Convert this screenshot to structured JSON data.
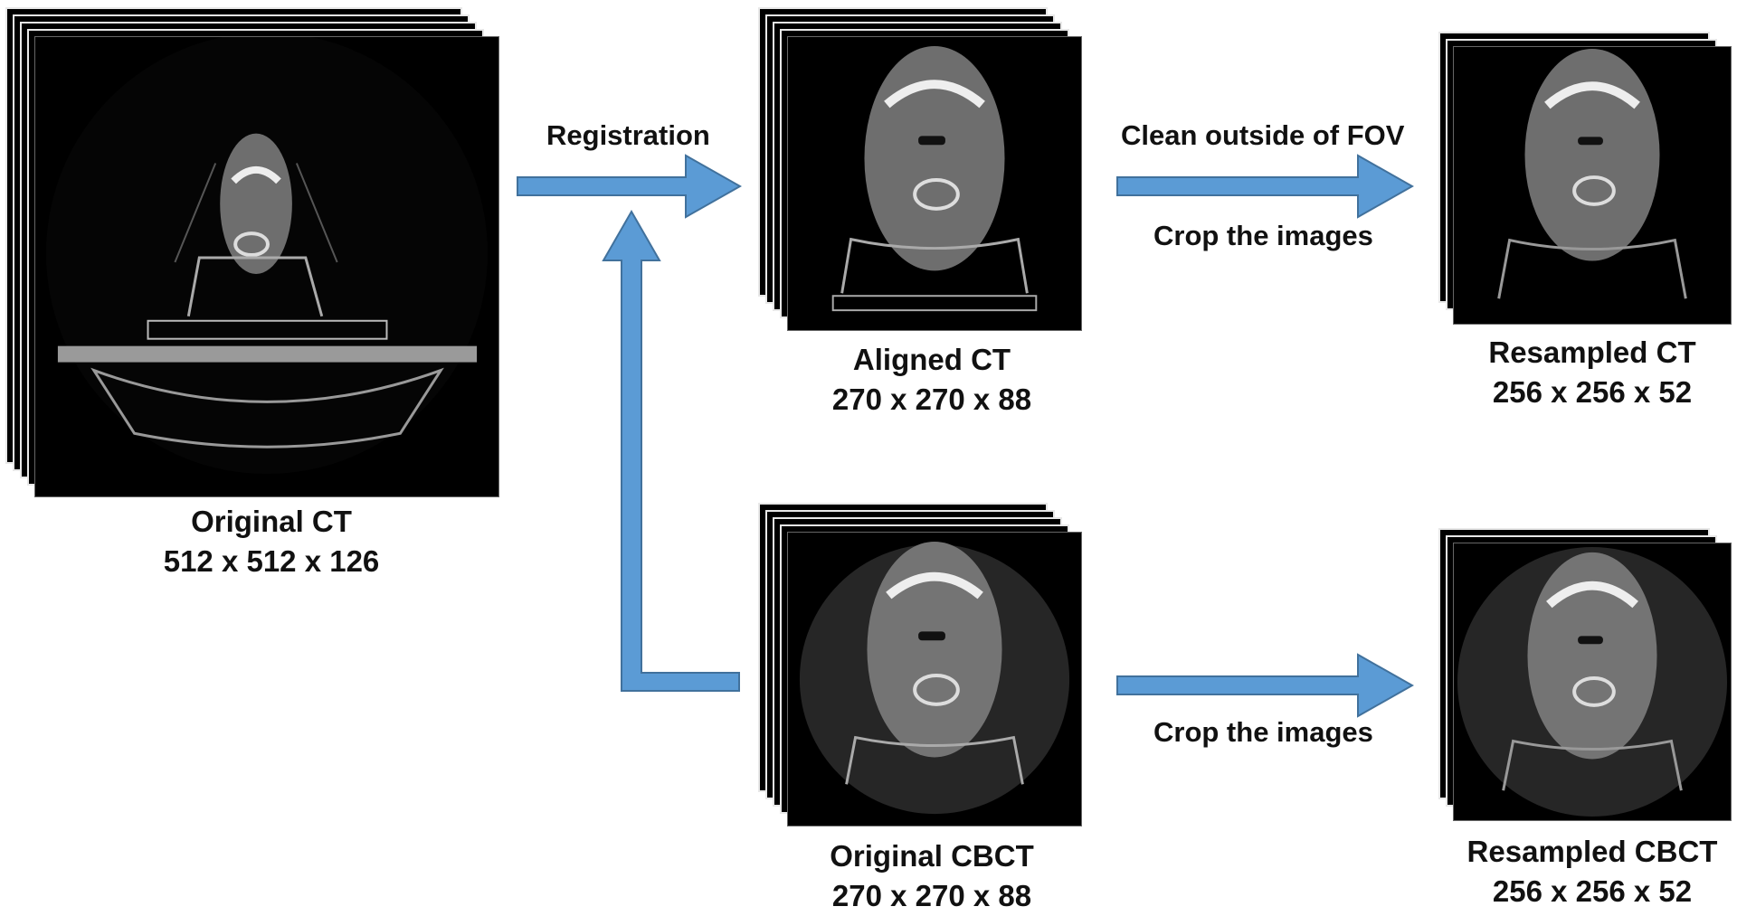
{
  "nodes": {
    "original_ct": {
      "title": "Original CT",
      "dims": "512 x 512 x 126"
    },
    "aligned_ct": {
      "title": "Aligned CT",
      "dims": "270 x 270 x 88"
    },
    "resampled_ct": {
      "title": "Resampled CT",
      "dims": "256 x 256 x 52"
    },
    "original_cbct": {
      "title": "Original CBCT",
      "dims": "270 x 270 x 88"
    },
    "resampled_cbct": {
      "title": "Resampled CBCT",
      "dims": "256 x 256 x 52"
    }
  },
  "edges": {
    "registration": "Registration",
    "clean_fov": "Clean outside of FOV",
    "crop_top": "Crop the images",
    "crop_bottom": "Crop the images"
  },
  "colors": {
    "arrow_fill": "#5b9bd5",
    "arrow_stroke": "#41719c",
    "panel_bg": "#000000"
  }
}
